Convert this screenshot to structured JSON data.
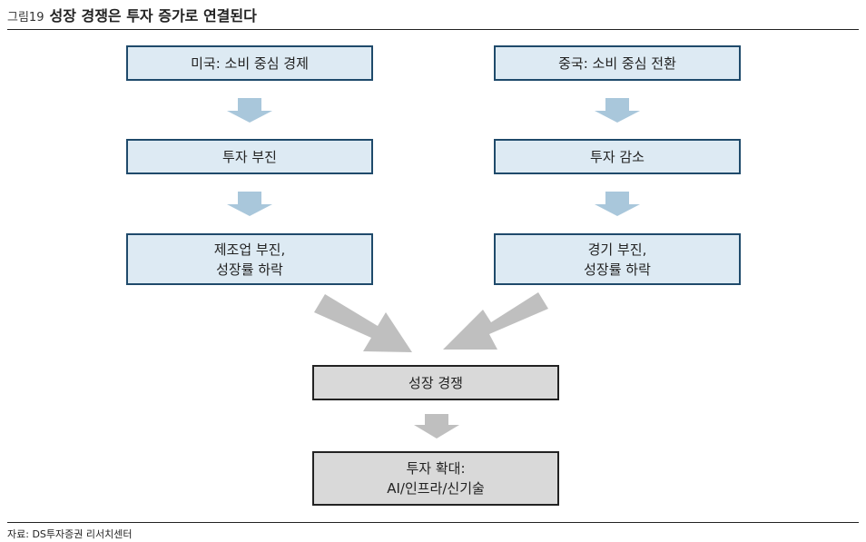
{
  "header": {
    "figure_number": "그림19",
    "title": "성장 경쟁은 투자 증가로 연결된다"
  },
  "diagram": {
    "us": {
      "step1": "미국: 소비 중심 경제",
      "step2": "투자 부진",
      "step3": "제조업 부진,\n성장률 하락"
    },
    "china": {
      "step1": "중국: 소비 중심 전환",
      "step2": "투자 감소",
      "step3": "경기 부진,\n성장률 하락"
    },
    "result": "성장 경쟁",
    "outcome": "투자 확대:\nAI/인프라/신기술"
  },
  "footer": {
    "source": "자료: DS투자증권 리서치센터"
  },
  "colors": {
    "box_blue_fill": "#ddeaf3",
    "box_blue_border": "#1f4a6b",
    "box_gray_fill": "#d9d9d9",
    "arrow_blue": "#a9c7db",
    "arrow_gray": "#bfbfbf"
  }
}
